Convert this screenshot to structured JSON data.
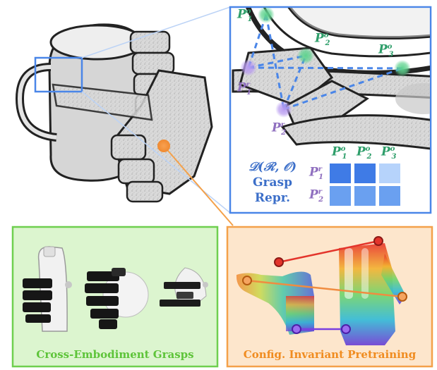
{
  "colors": {
    "point_object": "#2e9e6a",
    "point_robot": "#8f6fbf",
    "panel_blue": "#4a86e8",
    "panel_green": "#6fcf4f",
    "panel_orange": "#f4a14a",
    "grasp_label_blue": "#3c6fc9",
    "green_label": "#5ec43a",
    "orange_label": "#f08c20",
    "matrix_cells": [
      "#3f7be6",
      "#3f7be6",
      "#b6d3fb",
      "#6aa0f0",
      "#6aa0f0",
      "#6aa0f0"
    ]
  },
  "points": {
    "p1o": {
      "base": "P",
      "sub": "1",
      "sup": "o"
    },
    "p2o": {
      "base": "P",
      "sub": "2",
      "sup": "o"
    },
    "p3o": {
      "base": "P",
      "sub": "3",
      "sup": "o"
    },
    "p1r": {
      "base": "P",
      "sub": "1",
      "sup": "r"
    },
    "p2r": {
      "base": "P",
      "sub": "2",
      "sup": "r"
    }
  },
  "matrix": {
    "title_line1": "𝒟(ℛ, 𝒪)",
    "title_line2": "Grasp",
    "title_line3": "Repr."
  },
  "panels": {
    "cross_embodiment": "Cross-Embodiment Grasps",
    "pretraining": "Config. Invariant Pretraining"
  },
  "icons": [
    "mug-with-robot-hand",
    "zoom-box",
    "grasp-matrix",
    "robot-hands",
    "point-cloud-hands"
  ]
}
